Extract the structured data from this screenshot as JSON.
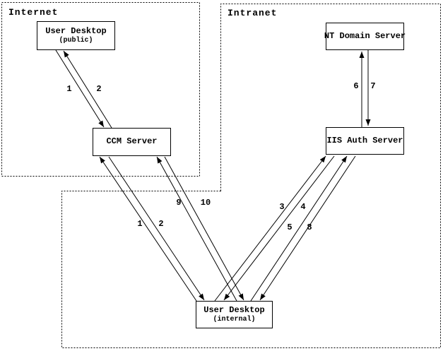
{
  "zones": [
    {
      "id": "internet",
      "label": "Internet"
    },
    {
      "id": "intranet",
      "label": "Intranet"
    }
  ],
  "nodes": [
    {
      "id": "user-desktop-public",
      "title": "User Desktop",
      "subtitle": "(public)",
      "zone": "Internet"
    },
    {
      "id": "ccm-server",
      "title": "CCM Server",
      "zone": "Internet"
    },
    {
      "id": "nt-domain-server",
      "title": "NT Domain Server",
      "zone": "Intranet"
    },
    {
      "id": "iis-auth-server",
      "title": "IIS Auth Server",
      "zone": "Intranet"
    },
    {
      "id": "user-desktop-internal",
      "title": "User Desktop",
      "subtitle": "(internal)",
      "zone": "Intranet"
    }
  ],
  "edges": [
    {
      "label": "1",
      "from": "user-desktop-public",
      "to": "ccm-server"
    },
    {
      "label": "2",
      "from": "ccm-server",
      "to": "user-desktop-public"
    },
    {
      "label": "1",
      "from": "user-desktop-internal",
      "to": "ccm-server"
    },
    {
      "label": "2",
      "from": "ccm-server",
      "to": "user-desktop-internal"
    },
    {
      "label": "9",
      "from": "user-desktop-internal",
      "to": "ccm-server"
    },
    {
      "label": "10",
      "from": "ccm-server",
      "to": "user-desktop-internal"
    },
    {
      "label": "3",
      "from": "user-desktop-internal",
      "to": "iis-auth-server"
    },
    {
      "label": "4",
      "from": "iis-auth-server",
      "to": "user-desktop-internal"
    },
    {
      "label": "5",
      "from": "user-desktop-internal",
      "to": "iis-auth-server"
    },
    {
      "label": "8",
      "from": "iis-auth-server",
      "to": "user-desktop-internal"
    },
    {
      "label": "6",
      "from": "iis-auth-server",
      "to": "nt-domain-server"
    },
    {
      "label": "7",
      "from": "nt-domain-server",
      "to": "iis-auth-server"
    }
  ],
  "colors": {
    "ink": "#000000",
    "background": "#ffffff"
  }
}
